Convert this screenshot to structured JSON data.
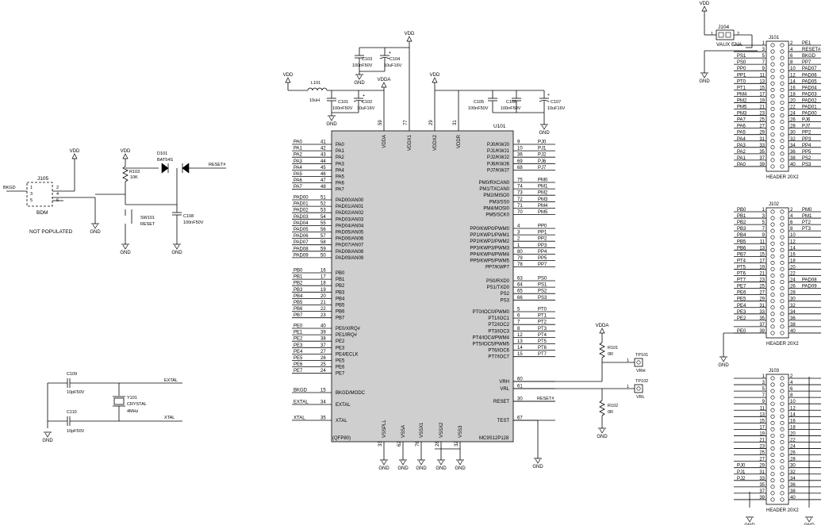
{
  "mcu": {
    "ref": "U101",
    "part": "MC9S12P128",
    "package": "(QFP80)",
    "left_pins": [
      {
        "net": "PA0",
        "num": "41",
        "name": "PA0"
      },
      {
        "net": "PA1",
        "num": "42",
        "name": "PA1"
      },
      {
        "net": "PA2",
        "num": "43",
        "name": "PA2"
      },
      {
        "net": "PA3",
        "num": "44",
        "name": "PA3"
      },
      {
        "net": "PA4",
        "num": "45",
        "name": "PA4"
      },
      {
        "net": "PA5",
        "num": "46",
        "name": "PA5"
      },
      {
        "net": "PA6",
        "num": "47",
        "name": "PA6"
      },
      {
        "net": "PA7",
        "num": "48",
        "name": "PA7"
      },
      {
        "net": "PAD00",
        "num": "51",
        "name": "PAD00/AN00"
      },
      {
        "net": "PAD01",
        "num": "52",
        "name": "PAD01/AN01"
      },
      {
        "net": "PAD02",
        "num": "53",
        "name": "PAD02/AN02"
      },
      {
        "net": "PAD03",
        "num": "54",
        "name": "PAD03/AN03"
      },
      {
        "net": "PAD04",
        "num": "55",
        "name": "PAD04/AN04"
      },
      {
        "net": "PAD05",
        "num": "56",
        "name": "PAD05/AN05"
      },
      {
        "net": "PAD06",
        "num": "57",
        "name": "PAD06/AN06"
      },
      {
        "net": "PAD07",
        "num": "58",
        "name": "PAD07/AN07"
      },
      {
        "net": "PAD08",
        "num": "59",
        "name": "PAD08/AN08"
      },
      {
        "net": "PAD09",
        "num": "50",
        "name": "PAD09/AN09"
      },
      {
        "net": "PB0",
        "num": "16",
        "name": "PB0"
      },
      {
        "net": "PB1",
        "num": "17",
        "name": "PB1"
      },
      {
        "net": "PB2",
        "num": "18",
        "name": "PB2"
      },
      {
        "net": "PB3",
        "num": "19",
        "name": "PB3"
      },
      {
        "net": "PB4",
        "num": "20",
        "name": "PB4"
      },
      {
        "net": "PB5",
        "num": "21",
        "name": "PB5"
      },
      {
        "net": "PB6",
        "num": "22",
        "name": "PB6"
      },
      {
        "net": "PB7",
        "num": "23",
        "name": "PB7"
      },
      {
        "net": "PE0",
        "num": "40",
        "name": "PE0/XIRQ#"
      },
      {
        "net": "PE1",
        "num": "39",
        "name": "PE1/IRQ#"
      },
      {
        "net": "PE2",
        "num": "38",
        "name": "PE2"
      },
      {
        "net": "PE3",
        "num": "37",
        "name": "PE3"
      },
      {
        "net": "PE4",
        "num": "27",
        "name": "PE4/ECLK"
      },
      {
        "net": "PE5",
        "num": "26",
        "name": "PE5"
      },
      {
        "net": "PE6",
        "num": "25",
        "name": "PE6"
      },
      {
        "net": "PE7",
        "num": "24",
        "name": "PE7"
      },
      {
        "net": "BKGD",
        "num": "15",
        "name": "BKGD/MODC"
      },
      {
        "net": "EXTAL",
        "num": "34",
        "name": "EXTAL"
      },
      {
        "net": "XTAL",
        "num": "35",
        "name": "XTAL"
      }
    ],
    "right_pins": [
      {
        "net": "PJ0",
        "num": "9",
        "name": "PJ0/KWJ0"
      },
      {
        "net": "PJ1",
        "num": "10",
        "name": "PJ1/KWJ1"
      },
      {
        "net": "PJ2",
        "num": "36",
        "name": "PJ2/KWJ2"
      },
      {
        "net": "PJ6",
        "num": "69",
        "name": "PJ6/KWJ6"
      },
      {
        "net": "PJ7",
        "num": "68",
        "name": "PJ7/KWJ7"
      },
      {
        "net": "PM0",
        "num": "75",
        "name": "PM0/RXCAN0"
      },
      {
        "net": "PM1",
        "num": "74",
        "name": "PM1/TXCAN0"
      },
      {
        "net": "PM2",
        "num": "73",
        "name": "PM2/MISO0"
      },
      {
        "net": "PM3",
        "num": "72",
        "name": "PM3/SS0"
      },
      {
        "net": "PM4",
        "num": "71",
        "name": "PM4/MOSI0"
      },
      {
        "net": "PM5",
        "num": "70",
        "name": "PM5/SCK0"
      },
      {
        "net": "PP0",
        "num": "4",
        "name": "PP0/KWP0/PWM0"
      },
      {
        "net": "PP1",
        "num": "3",
        "name": "PP1/KWP1/PWM1"
      },
      {
        "net": "PP2",
        "num": "2",
        "name": "PP2/KWP2/PWM2"
      },
      {
        "net": "PP3",
        "num": "1",
        "name": "PP3/KWP3/PWM3"
      },
      {
        "net": "PP4",
        "num": "80",
        "name": "PP4/KWP4/PWM4"
      },
      {
        "net": "PP5",
        "num": "79",
        "name": "PP5/KWP5/PWM5"
      },
      {
        "net": "PP7",
        "num": "78",
        "name": "PP7/KWP7"
      },
      {
        "net": "PS0",
        "num": "63",
        "name": "PS0/RXD0"
      },
      {
        "net": "PS1",
        "num": "64",
        "name": "PS1/TXD0"
      },
      {
        "net": "PS2",
        "num": "65",
        "name": "PS2"
      },
      {
        "net": "PS3",
        "num": "66",
        "name": "PS3"
      },
      {
        "net": "PT0",
        "num": "5",
        "name": "PT0/IOC0/PWM0"
      },
      {
        "net": "PT1",
        "num": "6",
        "name": "PT1/IOC1"
      },
      {
        "net": "PT2",
        "num": "7",
        "name": "PT2/IOC2"
      },
      {
        "net": "PT3",
        "num": "8",
        "name": "PT3/IOC3"
      },
      {
        "net": "PT4",
        "num": "12",
        "name": "PT4/IOC4/PWM4"
      },
      {
        "net": "PT5",
        "num": "13",
        "name": "PT5/IOC5/PWM5"
      },
      {
        "net": "PT6",
        "num": "14",
        "name": "PT6/IOC6"
      },
      {
        "net": "PT7",
        "num": "15",
        "name": "PT7/IOC7"
      },
      {
        "net": "VRH",
        "num": "60",
        "name": "VRH"
      },
      {
        "net": "VRL",
        "num": "61",
        "name": "VRL"
      },
      {
        "net": "RESET#",
        "num": "30",
        "name": "RESET"
      },
      {
        "net": "",
        "num": "67",
        "name": "TEST"
      }
    ],
    "top_pins": [
      {
        "num": "59",
        "name": "VDDA"
      },
      {
        "num": "77",
        "name": "VDDX1"
      },
      {
        "num": "29",
        "name": "VDDX2"
      },
      {
        "num": "31",
        "name": "VDDR"
      }
    ],
    "bottom_pins": [
      {
        "num": "33",
        "name": "VSSPLL"
      },
      {
        "num": "62",
        "name": "VSSA"
      },
      {
        "num": "76",
        "name": "VSSX1"
      },
      {
        "num": "28",
        "name": "VSSX2"
      },
      {
        "num": "32",
        "name": "VSS3"
      }
    ]
  },
  "power": {
    "vdd": "VDD",
    "vdda": "VDDA",
    "gnd": "GND"
  },
  "passives": {
    "c103": {
      "ref": "C103",
      "value": "100nF50V"
    },
    "c104": {
      "ref": "C104",
      "value": "10uF16V"
    },
    "l101": {
      "ref": "L101",
      "value": "10uH"
    },
    "c101": {
      "ref": "C101",
      "value": "100nF50V"
    },
    "c102": {
      "ref": "C102",
      "value": "10uF16V"
    },
    "c105": {
      "ref": "C105",
      "value": "100nF50V"
    },
    "c106": {
      "ref": "C106",
      "value": "100nF50V"
    },
    "c107": {
      "ref": "C107",
      "value": "10uF16V"
    },
    "r103": {
      "ref": "R103",
      "value": "10K"
    },
    "d101": {
      "ref": "D101",
      "value": "BAT54S"
    },
    "sw101": {
      "ref": "SW101",
      "value": "RESET"
    },
    "c108": {
      "ref": "C108",
      "value": "100nF50V"
    },
    "c109": {
      "ref": "C109",
      "value": "10pF50V"
    },
    "c110": {
      "ref": "C110",
      "value": "10pF50V"
    },
    "y101": {
      "ref": "Y101",
      "value": "CRYSTAL",
      "freq": "4MHz"
    },
    "r101": {
      "ref": "R101",
      "value": "0R"
    },
    "r102": {
      "ref": "R102",
      "value": "0R"
    },
    "tp101": {
      "ref": "TP101",
      "num": "1",
      "net": "VRH"
    },
    "tp102": {
      "ref": "TP102",
      "num": "1",
      "net": "VRL"
    }
  },
  "nets": {
    "reset": "RESET#",
    "extal": "EXTAL",
    "xtal": "XTAL",
    "bkgd": "BKGD"
  },
  "bdm": {
    "ref": "J105",
    "name": "BDM",
    "note": "NOT POPULATED",
    "pins": [
      "1",
      "2",
      "3",
      "4",
      "5",
      "6"
    ]
  },
  "j104": {
    "ref": "J104",
    "label": "VAUX ENA",
    "pins": [
      "1",
      "2"
    ]
  },
  "headers": {
    "j101": {
      "ref": "J101",
      "label": "HEADER 20X2",
      "left": [
        "",
        "",
        "PS1",
        "PS0",
        "PP0",
        "PP1",
        "PT0",
        "PT1",
        "PM4",
        "PM2",
        "PM5",
        "PM3",
        "PA7",
        "PA6",
        "PA5",
        "PA4",
        "PA3",
        "PA2",
        "PA1",
        "PA0"
      ],
      "right": [
        "PE1",
        "RESET#",
        "BKGD",
        "PP7",
        "PAD07",
        "PAD06",
        "PAD05",
        "PAD04",
        "PAD03",
        "PAD02",
        "PAD01",
        "PAD00",
        "PJ6",
        "PJ7",
        "PP2",
        "PP3",
        "PP4",
        "PP5",
        "PS2",
        "PS3"
      ]
    },
    "j102": {
      "ref": "J102",
      "label": "HEADER 20X2",
      "left": [
        "PB0",
        "PB1",
        "PB2",
        "PB3",
        "PB4",
        "PB5",
        "PB6",
        "PB7",
        "PT4",
        "PT5",
        "PT6",
        "PT7",
        "PE7",
        "PE6",
        "PE5",
        "PE4",
        "PE3",
        "PE2",
        "",
        "PE0"
      ],
      "right": [
        "PM0",
        "PM1",
        "PT2",
        "PT3",
        "",
        "",
        "",
        "",
        "",
        "",
        "",
        "PAD08",
        "PAD09",
        "",
        "",
        "",
        "",
        "",
        "",
        ""
      ]
    },
    "j103": {
      "ref": "J103",
      "label": "HEADER 20X2",
      "left": [
        "",
        "",
        "",
        "",
        "",
        "",
        "",
        "",
        "",
        "",
        "",
        "",
        "",
        "",
        "PJ0",
        "PJ1",
        "PJ2",
        "",
        "",
        ""
      ],
      "right": [
        "",
        "",
        "",
        "",
        "",
        "",
        "",
        "",
        "",
        "",
        "",
        "",
        "",
        "",
        "",
        "",
        "",
        "",
        "",
        ""
      ]
    }
  }
}
